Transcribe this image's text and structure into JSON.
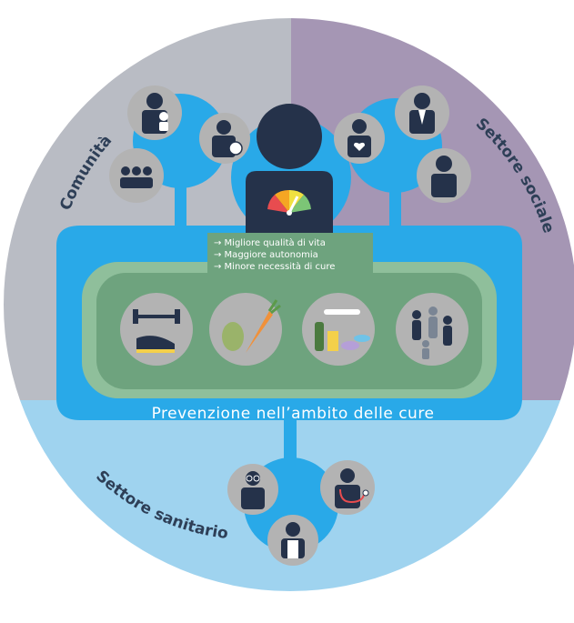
{
  "sectors": {
    "community": "Comunità",
    "social": "Settore sociale",
    "health": "Settore sanitario"
  },
  "benefits": [
    "→ Migliore qualità di vita",
    "→ Maggiore autonomia",
    "→ Minore necessità di cure"
  ],
  "band_title": "Prevenzione nell’ambito delle cure",
  "colors": {
    "community": "#b9bcc4",
    "social": "#a596b4",
    "health": "#9fd3ef",
    "connector": "#29a9e8",
    "panel": "#6ea37e",
    "circle": "#b3b3b3",
    "person": "#25324a"
  },
  "icons": {
    "community": [
      "parent-child-icon",
      "person-with-ball-icon",
      "group-icon"
    ],
    "social": [
      "person-with-heart-icon",
      "person-in-suit-icon",
      "person-icon"
    ],
    "health": [
      "person-with-glasses-icon",
      "doctor-with-stethoscope-icon",
      "person-in-coat-icon"
    ],
    "prevention": [
      "fitness-icon",
      "nutrition-icon",
      "substance-use-icon",
      "social-participation-icon"
    ],
    "center": "wellbeing-gauge-icon"
  }
}
